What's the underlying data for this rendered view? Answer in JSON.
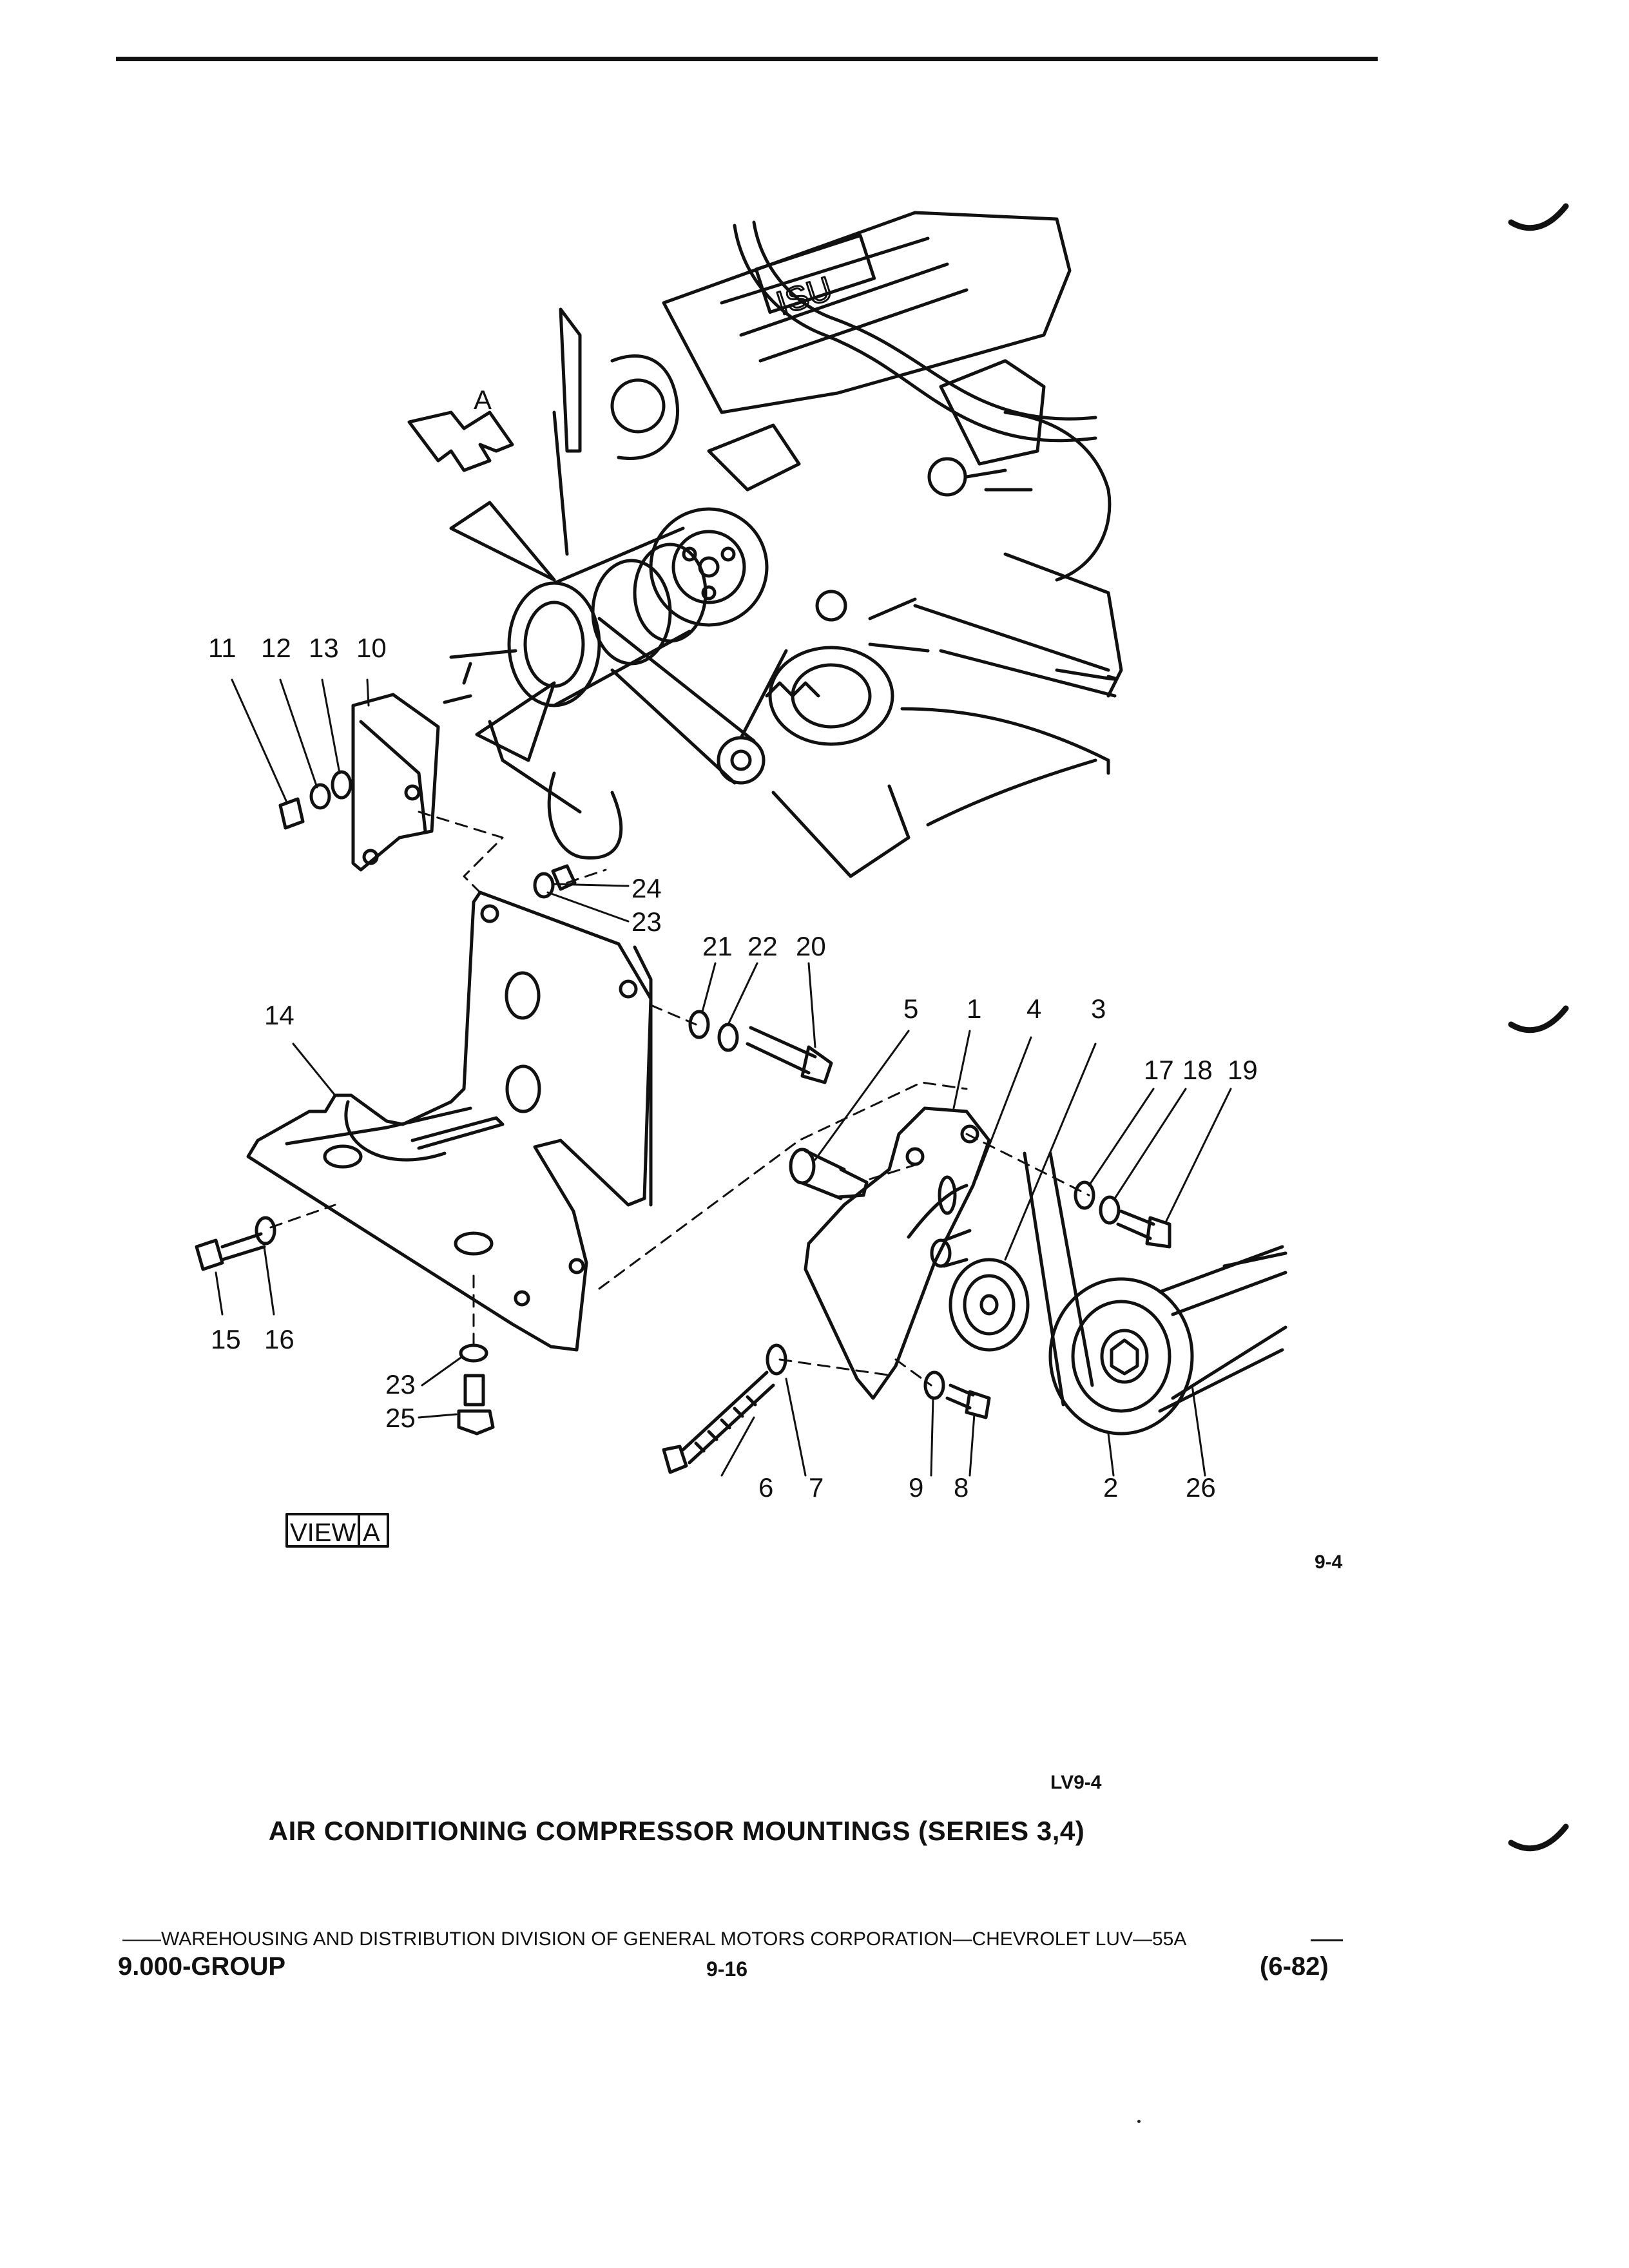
{
  "figure": {
    "view_arrow_label": "A",
    "view_label": "VIEW",
    "view_label_letter": "A",
    "callouts": {
      "c11": "11",
      "c12": "12",
      "c13": "13",
      "c10": "10",
      "c24": "24",
      "c23a": "23",
      "c21": "21",
      "c22": "22",
      "c20": "20",
      "c14": "14",
      "c5": "5",
      "c1": "1",
      "c4": "4",
      "c3": "3",
      "c17": "17",
      "c18": "18",
      "c19": "19",
      "c15": "15",
      "c16": "16",
      "c23b": "23",
      "c25": "25",
      "c6": "6",
      "c7": "7",
      "c9": "9",
      "c8": "8",
      "c2": "2",
      "c26": "26"
    },
    "figure_ref": "9-4",
    "illustration_code": "LV9-4"
  },
  "caption": "AIR CONDITIONING COMPRESSOR MOUNTINGS (SERIES 3,4)",
  "footer": {
    "line": "——WAREHOUSING AND DISTRIBUTION  DIVISION OF GENERAL MOTORS CORPORATION—CHEVROLET LUV—55A",
    "group": "9.000-GROUP",
    "page": "9-16",
    "date": "(6-82)"
  }
}
